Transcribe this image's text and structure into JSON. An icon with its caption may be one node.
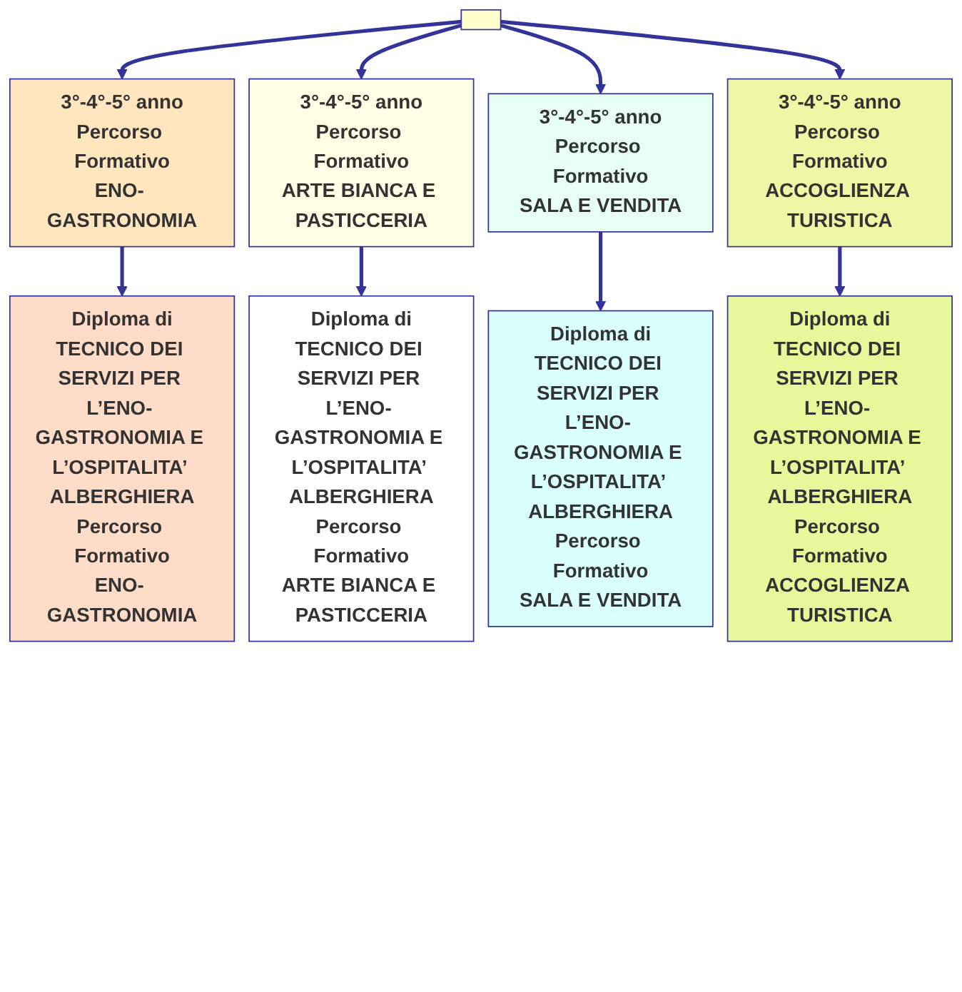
{
  "diagram": {
    "nodes": [
      {
        "text": [],
        "shape": "box"
      },
      {
        "text": [
          "3°-4°-5° anno",
          "Percorso Formativo",
          "ENO- GASTRONOMIA"
        ]
      },
      {
        "text": [
          "3°-4°-5° anno",
          "Percorso Formativo",
          "ARTE BIANCA E PASTICCERIA"
        ]
      },
      {
        "text": [
          "3°-4°-5° anno",
          "Percorso Formativo",
          "SALA E VENDITA"
        ]
      },
      {
        "text": [
          "3°-4°-5° anno",
          "Percorso Formativo",
          "ACCOGLIENZA TURISTICA"
        ]
      },
      {
        "text": [
          "Diploma di",
          "TECNICO DEI SERVIZI PER L’ENO- GASTRONOMIA E L’OSPITALITA’ ALBERGHIERA",
          "Percorso Formativo",
          "ENO- GASTRONOMIA"
        ]
      },
      {
        "text": [
          "Diploma di",
          "TECNICO DEI SERVIZI PER L’ENO- GASTRONOMIA E L’OSPITALITA’ ALBERGHIERA",
          "Percorso Formativo",
          "ARTE BIANCA E PASTICCERIA"
        ]
      },
      {
        "text": [
          "Diploma di",
          "TECNICO DEI SERVIZI PER L’ENO- GASTRONOMIA E L’OSPITALITA’ ALBERGHIERA",
          "Percorso Formativo",
          "SALA E VENDITA"
        ]
      },
      {
        "text": [
          "Diploma di",
          "TECNICO DEI SERVIZI PER L’ENO- GASTRONOMIA E L’OSPITALITA’ ALBERGHIERA",
          "Percorso Formativo",
          "ACCOGLIENZA TURISTICA"
        ]
      }
    ],
    "edges": [
      {
        "from": 0,
        "to": 1,
        "arrow": "to"
      },
      {
        "from": 0,
        "to": 2,
        "arrow": "to"
      },
      {
        "from": 0,
        "to": 3,
        "arrow": "to"
      },
      {
        "from": 0,
        "to": 4,
        "arrow": "to"
      },
      {
        "from": 1,
        "to": 5,
        "arrow": "to"
      },
      {
        "from": 2,
        "to": 6,
        "arrow": "to"
      },
      {
        "from": 3,
        "to": 7,
        "arrow": "to"
      },
      {
        "from": 4,
        "to": 8,
        "arrow": "to"
      }
    ]
  }
}
